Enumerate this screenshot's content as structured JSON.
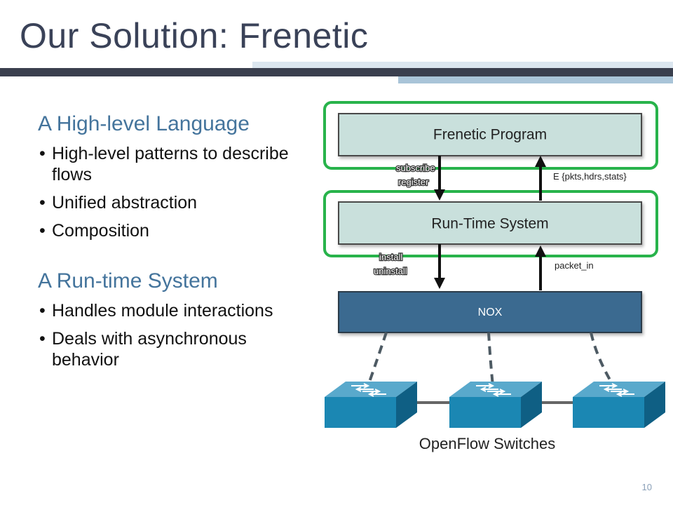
{
  "slide": {
    "title": "Our Solution: Frenetic",
    "number": "10"
  },
  "left": {
    "section1": {
      "heading": "A High-level Language",
      "bullets": [
        "High-level patterns to describe flows",
        "Unified abstraction",
        "Composition"
      ]
    },
    "section2": {
      "heading": "A Run-time System",
      "bullets": [
        "Handles module interactions",
        "Deals with asynchronous behavior"
      ]
    }
  },
  "diagram": {
    "program_label": "Frenetic Program",
    "runtime_label": "Run-Time System",
    "nox_label": "NOX",
    "subscribe_label": "subscribe",
    "register_label": "register",
    "events_label": "E {pkts,hdrs,stats}",
    "install_label": "install",
    "uninstall_label": "uninstall",
    "packet_in_label": "packet_in",
    "switches_label": "OpenFlow Switches",
    "colors": {
      "highlight": "#28b34b",
      "box_fill": "#c9e0dc",
      "nox_fill": "#3b6b90",
      "switch_fill": "#1b87b3"
    }
  }
}
